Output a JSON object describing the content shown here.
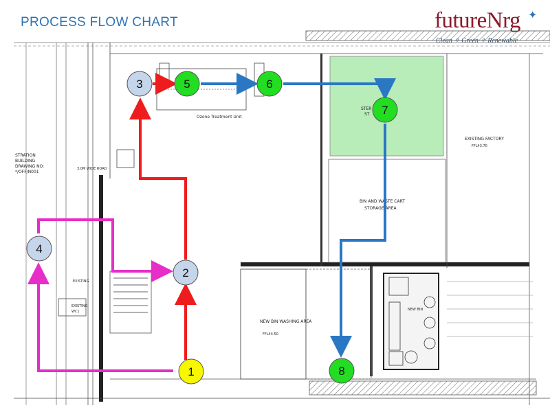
{
  "header": {
    "title": "PROCESS FLOW CHART"
  },
  "logo": {
    "wordmark": "futureNrg",
    "tagline": "Clean ✧ Green ✧ Renewable",
    "star_icon": "four-point-star-icon"
  },
  "plan_labels": {
    "ozone": "Ozone Treatment Unit",
    "existing_factory": "EXISTING FACTORY",
    "existing_factory_level": "FFL43.70",
    "bin_storage_1": "BIN AND WASTE CART",
    "bin_storage_2": "STORAGE AREA",
    "steri_1": "STER",
    "steri_2": "ST",
    "new_bin": "NEW BIN WASHING AREA",
    "new_bin_level": "FFL44.50",
    "road": "3.0M WIDE ROAD",
    "existing_1": "EXISTING",
    "existing_2": "EXISTING",
    "existing_3": "WC1",
    "stration_1": "STRATION",
    "stration_2": "BUILDING",
    "stration_3": "DRAWING NO:",
    "stration_4": "*/OFF/N001",
    "new_bin_side": "NEW BIN"
  },
  "colors": {
    "red": "#ee1c1c",
    "blue": "#2a77c4",
    "magenta": "#e62ec8",
    "green_node": "#22dd22",
    "yellow_node": "#f7f700",
    "lightblue_node": "#c5d5ea",
    "green_area": "#b8ecb8"
  },
  "nodes": [
    {
      "id": "1",
      "label": "1",
      "color": "yellow"
    },
    {
      "id": "2",
      "label": "2",
      "color": "lightblue"
    },
    {
      "id": "3",
      "label": "3",
      "color": "lightblue"
    },
    {
      "id": "4",
      "label": "4",
      "color": "lightblue"
    },
    {
      "id": "5",
      "label": "5",
      "color": "green"
    },
    {
      "id": "6",
      "label": "6",
      "color": "green"
    },
    {
      "id": "7",
      "label": "7",
      "color": "green"
    },
    {
      "id": "8",
      "label": "8",
      "color": "green"
    }
  ],
  "flows": [
    {
      "from": "1",
      "to": "2",
      "color": "red"
    },
    {
      "from": "2",
      "to": "3",
      "color": "red"
    },
    {
      "from": "3",
      "to": "5",
      "color": "red"
    },
    {
      "from": "5",
      "to": "6",
      "color": "blue"
    },
    {
      "from": "6",
      "to": "7",
      "color": "blue"
    },
    {
      "from": "7",
      "to": "8",
      "color": "blue"
    },
    {
      "from": "1",
      "to": "4",
      "color": "magenta"
    },
    {
      "from": "4",
      "to": "2",
      "color": "magenta"
    }
  ]
}
